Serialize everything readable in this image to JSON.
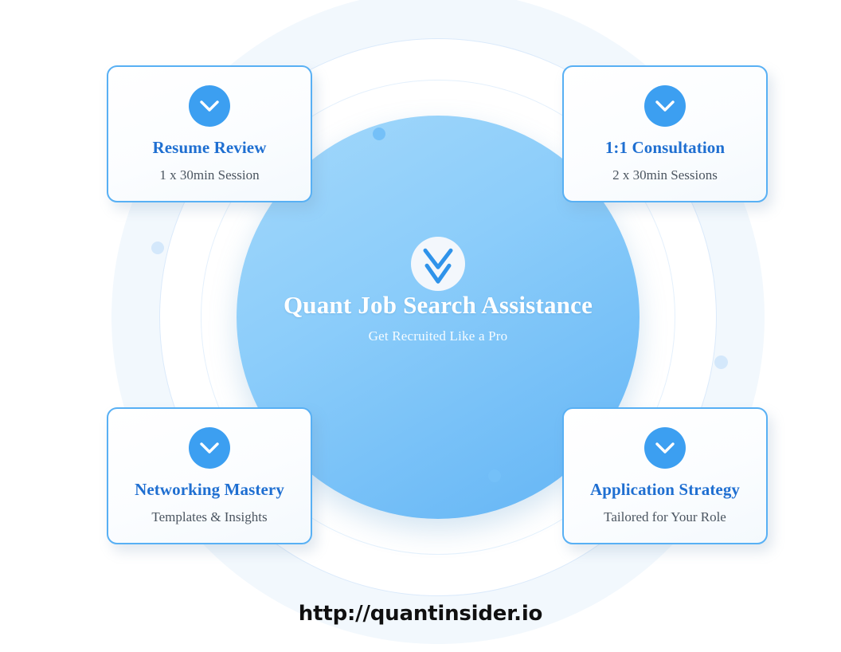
{
  "center": {
    "title": "Quant Job Search Assistance",
    "subtitle": "Get Recruited Like a Pro",
    "icon": "double-chevron-down-icon",
    "circle_gradient_from": "#a3d8fb",
    "circle_gradient_to": "#62b4f5"
  },
  "cards": [
    {
      "id": "resume-review",
      "position": "top-left",
      "icon": "chevron-down-icon",
      "title": "Resume Review",
      "subtitle": "1 x 30min Session"
    },
    {
      "id": "consultation",
      "position": "top-right",
      "icon": "chevron-down-icon",
      "title": "1:1 Consultation",
      "subtitle": "2 x 30min Sessions"
    },
    {
      "id": "networking-mastery",
      "position": "bottom-left",
      "icon": "chevron-down-icon",
      "title": "Networking Mastery",
      "subtitle": "Templates & Insights"
    },
    {
      "id": "application-strategy",
      "position": "bottom-right",
      "icon": "chevron-down-icon",
      "title": "Application Strategy",
      "subtitle": "Tailored for Your Role"
    }
  ],
  "footer": {
    "url": "http://quantinsider.io"
  },
  "colors": {
    "accent_blue": "#3c9ff1",
    "card_border": "#58b0f4",
    "card_title": "#1f6fd1",
    "card_subtitle": "#4b5560",
    "ring_band": "#f2f8fd",
    "ring_stroke": "#dbeafb",
    "dot_light": "#d4e8fb",
    "dot_on_circle": "#74c0f8",
    "footer_text": "#101010"
  }
}
